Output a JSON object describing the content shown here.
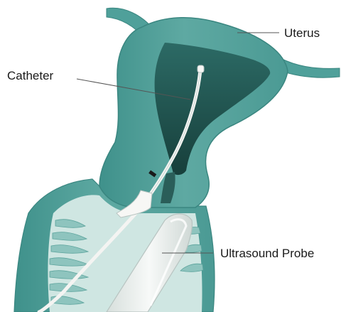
{
  "labels": {
    "uterus": "Uterus",
    "catheter": "Catheter",
    "probe": "Ultrasound Probe"
  },
  "colors": {
    "tissue": "#4fa09a",
    "tissue_light": "#6fb7b0",
    "tissue_edge": "#3a8680",
    "cavity": "#1f5550",
    "cavity_mid": "#2e6b66",
    "vaginal_canal": "#cfe6e2",
    "rugae": "#8ec4be",
    "catheter": "#f4f4f2",
    "probe": "#e9eeec",
    "leader_line": "#555555"
  }
}
